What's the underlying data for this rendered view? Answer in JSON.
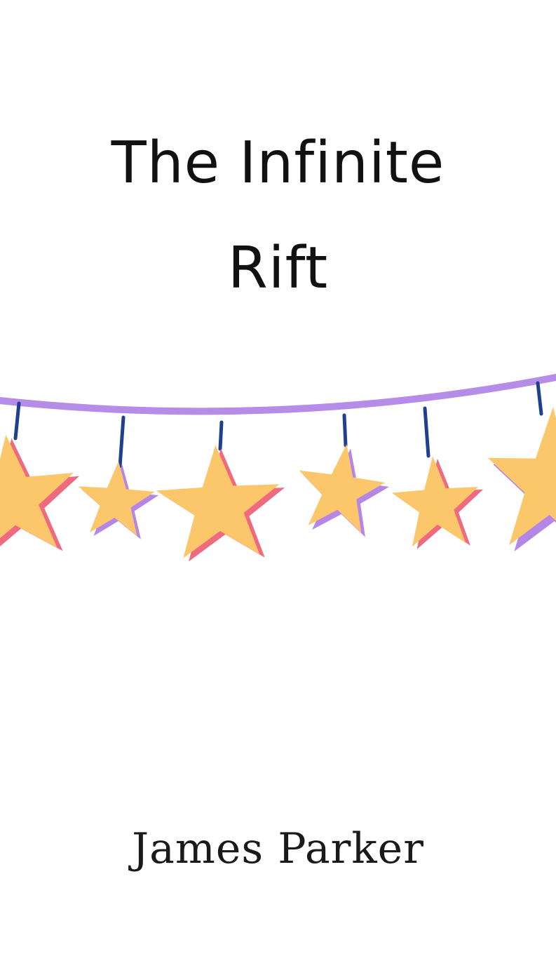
{
  "book": {
    "title_line1": "The  Infinite",
    "title_line2": "Rift",
    "author": "James Parker"
  },
  "illustration": {
    "name": "star-garland",
    "string_color": "#b58ce8",
    "hanger_color": "#1f3f8f",
    "star_fill": "#fbc76a",
    "star_shadow_pink": "#f06a7f",
    "star_shadow_purple": "#b487e6"
  }
}
